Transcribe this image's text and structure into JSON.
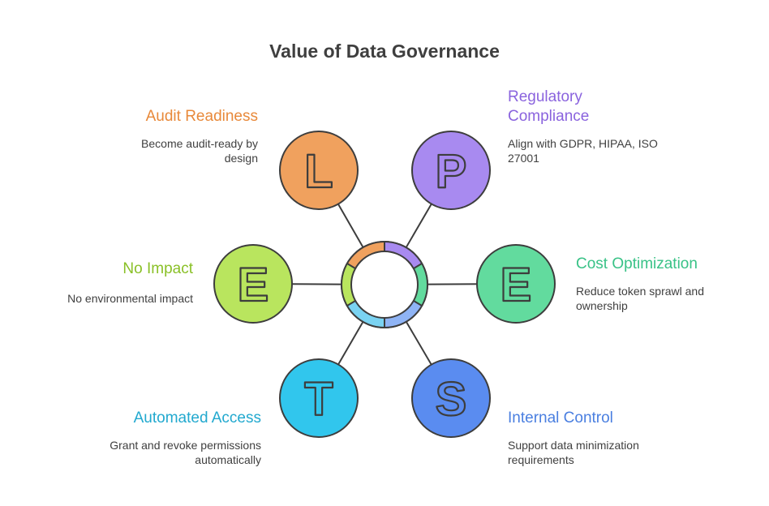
{
  "title": "Value of Data Governance",
  "colors": {
    "orange": "#F0A15E",
    "purple": "#A88AF0",
    "green_light": "#B9E55E",
    "green": "#62DB9E",
    "cyan": "#31C6ED",
    "blue": "#5A8CF0",
    "orange_text": "#E8893A",
    "purple_text": "#8A63DE",
    "lime_text": "#8AC027",
    "green_text": "#39C287",
    "cyan_text": "#22A9CF",
    "blue_text": "#4A7FE0",
    "outline": "#3d3d3d"
  },
  "items": [
    {
      "letter": "L",
      "icon": "letter-l-icon",
      "label": "Audit Readiness",
      "description": "Become audit-ready by design"
    },
    {
      "letter": "P",
      "icon": "letter-p-icon",
      "label": "Regulatory Compliance",
      "description": "Align with GDPR, HIPAA, ISO 27001"
    },
    {
      "letter": "E",
      "icon": "letter-e-icon",
      "label": "No Impact",
      "description": "No environmental impact"
    },
    {
      "letter": "E",
      "icon": "letter-e-icon",
      "label": "Cost Optimization",
      "description": "Reduce token sprawl and ownership"
    },
    {
      "letter": "T",
      "icon": "letter-t-icon",
      "label": "Automated Access",
      "description": "Grant and revoke permissions automatically"
    },
    {
      "letter": "S",
      "icon": "letter-s-icon",
      "label": "Internal Control",
      "description": "Support data minimization requirements"
    }
  ]
}
